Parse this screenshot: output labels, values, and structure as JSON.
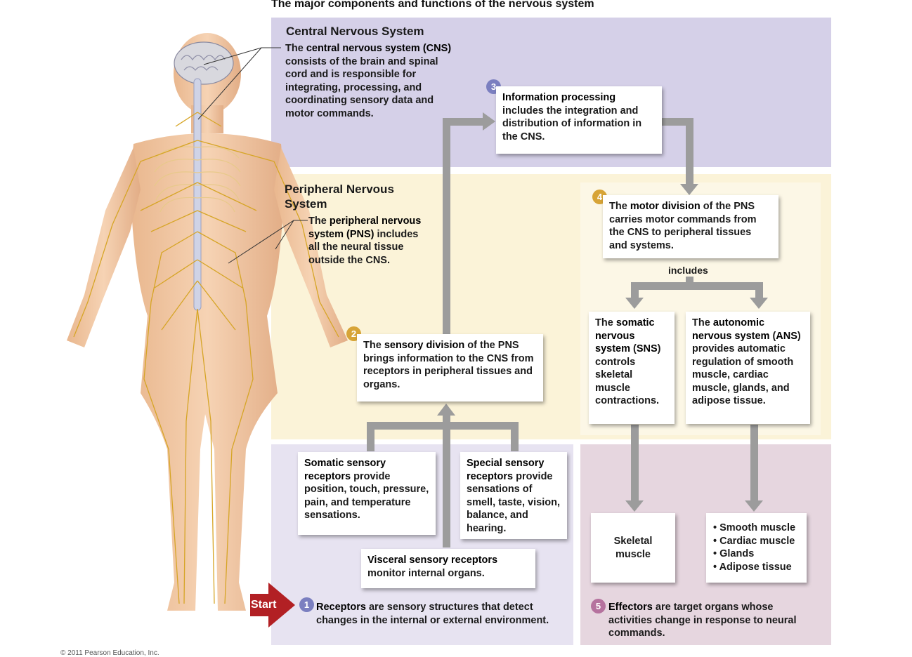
{
  "title": "The major components and functions of the nervous system",
  "cns": {
    "heading": "Central Nervous System",
    "text_pre": "The ",
    "text_bold1": "central nervous system (CNS)",
    "text_post": " consists of the brain and spinal cord and is responsible for integrating, processing, and coordinating sensory data and motor commands."
  },
  "pns": {
    "heading": "Peripheral Nervous System",
    "text_pre": "The ",
    "text_bold1": "peripheral nervous system (PNS)",
    "text_post": " includes all the neural tissue outside the CNS."
  },
  "step3": {
    "num": "3",
    "bold": "Information processing",
    "text": " includes the integration and distribution of information in the CNS."
  },
  "step2": {
    "num": "2",
    "pre": "The ",
    "bold": "sensory division",
    "text": " of the PNS brings information to the CNS from receptors in peripheral tissues and organs."
  },
  "step4": {
    "num": "4",
    "pre": "The ",
    "bold": "motor division",
    "text": "  of the PNS carries motor commands from the CNS to peripheral tissues and systems."
  },
  "includes_label": "includes",
  "sns": {
    "pre": "The ",
    "bold": "somatic nervous system",
    "abbr_open": " (",
    "abbr": "SNS",
    "text": ") controls skeletal muscle contractions."
  },
  "ans": {
    "pre": "The ",
    "bold": "autonomic nervous system",
    "abbr_open": " (",
    "abbr": "ANS",
    "text": ") provides automatic regulation of smooth muscle, cardiac muscle, glands, and adipose tissue."
  },
  "somatic_sensory": {
    "bold": "Somatic sensory receptors",
    "text": " provide position, touch, pressure, pain, and temperature sensations."
  },
  "special_sensory": {
    "bold": "Special sensory receptors",
    "text": " provide sensations of smell, taste, vision, balance, and hearing."
  },
  "visceral_sensory": {
    "bold": "Visceral sensory receptors",
    "text": " monitor internal organs."
  },
  "skeletal_muscle": "Skeletal muscle",
  "effector_list": [
    "• Smooth muscle",
    "• Cardiac muscle",
    "• Glands",
    "• Adipose tissue"
  ],
  "step1": {
    "num": "1",
    "bold": "Receptors",
    "text": " are sensory structures that detect changes in the internal or external environment."
  },
  "step5": {
    "num": "5",
    "bold": "Effectors",
    "text": " are target organs whose activities change in response to neural commands."
  },
  "start_label": "Start",
  "copyright": "© 2011 Pearson Education, Inc.",
  "colors": {
    "cns_panel": "#d5d0e8",
    "pns_panel": "#fbf3d8",
    "receptor_panel": "#e7e3f1",
    "effector_panel": "#e6d6df",
    "arrow": "#9c9c9c",
    "badge_blue": "#7b7fc0",
    "badge_gold": "#d7a437",
    "badge_pink": "#b5729e",
    "start_red": "#b22024"
  }
}
